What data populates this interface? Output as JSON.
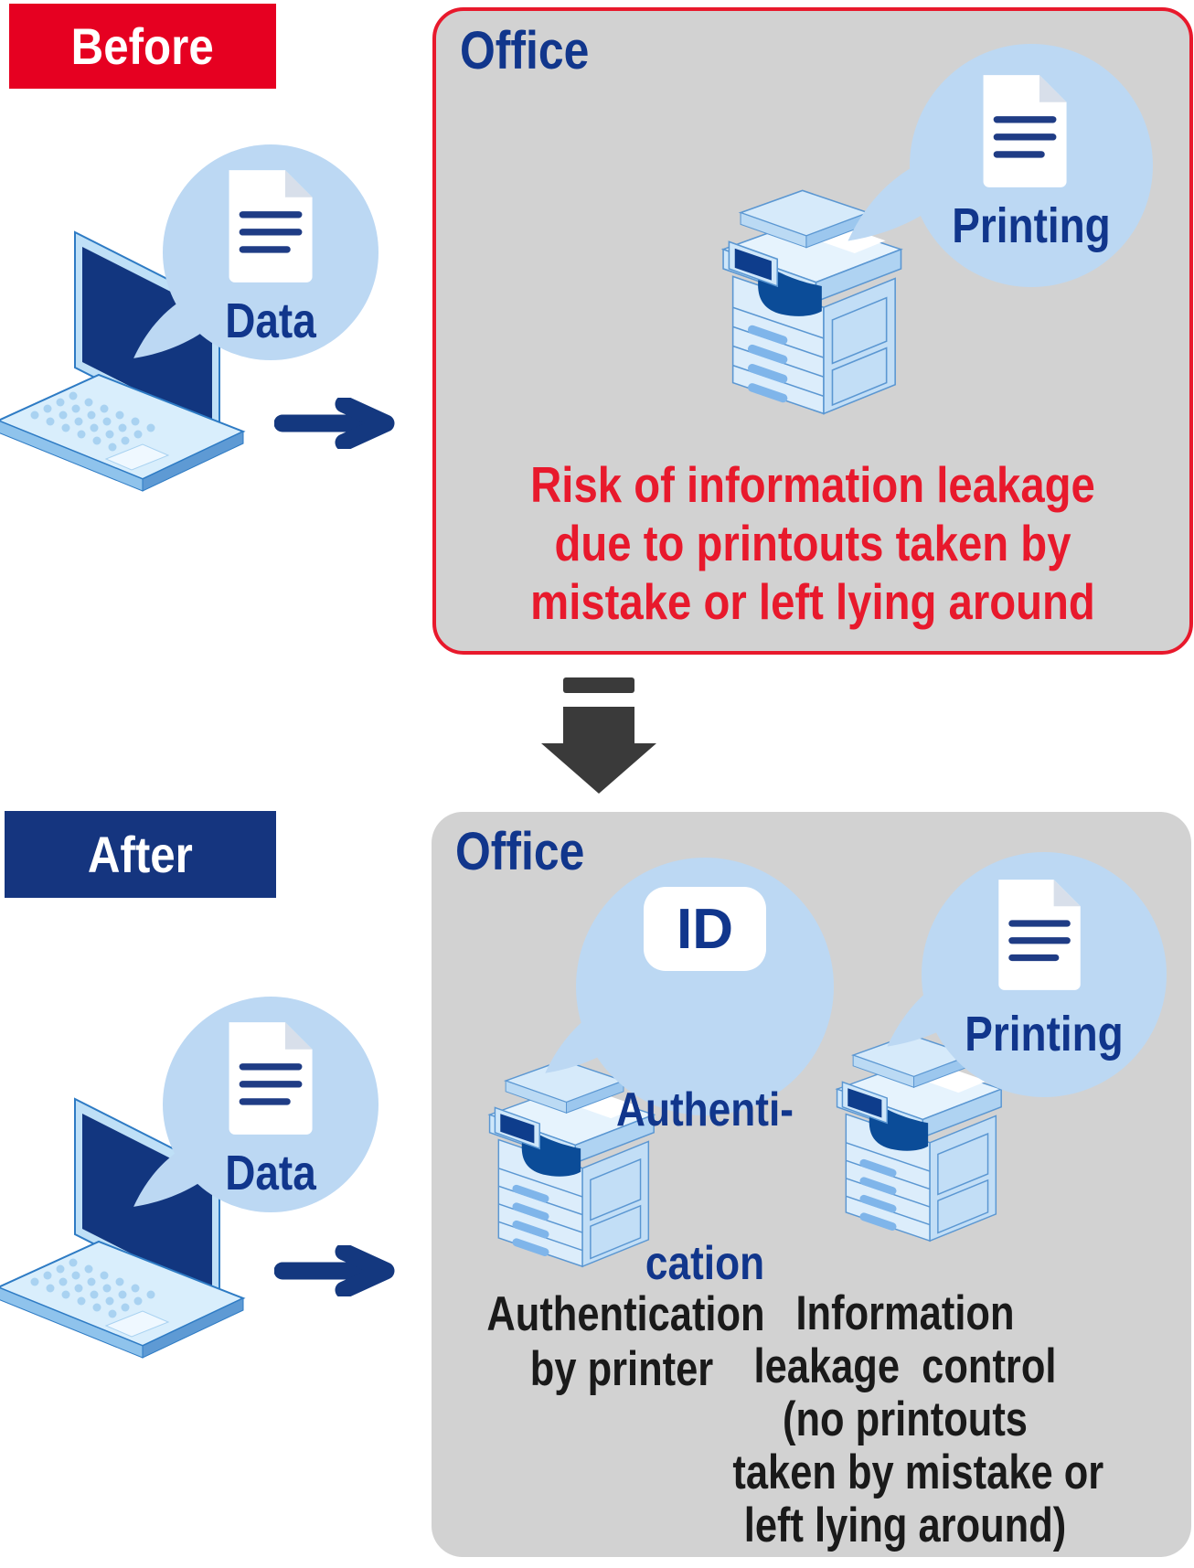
{
  "palette": {
    "badge_red": "#E60021",
    "risk_red": "#E8192C",
    "navy_text": "#11368C",
    "arrow_blue": "#14387F",
    "bubble_blue": "#BCD8F3",
    "office_gray": "#D2D2D2",
    "transition_arrow_dark": "#3A3A3A",
    "caption_black": "#1A1A1A",
    "after_badge_blue": "#15357F"
  },
  "before": {
    "badge": "Before",
    "office_label": "Office",
    "data_label": "Data",
    "printing_label": "Printing",
    "risk_lines": [
      "Risk of information leakage",
      "due to printouts taken by",
      "mistake or left lying around"
    ]
  },
  "after": {
    "badge": "After",
    "office_label": "Office",
    "data_label": "Data",
    "id_label": "ID",
    "auth_lines": [
      "Authenti-",
      "cation"
    ],
    "printing_label": "Printing",
    "captions": {
      "auth": [
        "Authentication",
        "by printer"
      ],
      "info": [
        "Information",
        "leakage  control",
        "(no printouts",
        "taken by mistake or",
        "left lying around)"
      ]
    }
  }
}
